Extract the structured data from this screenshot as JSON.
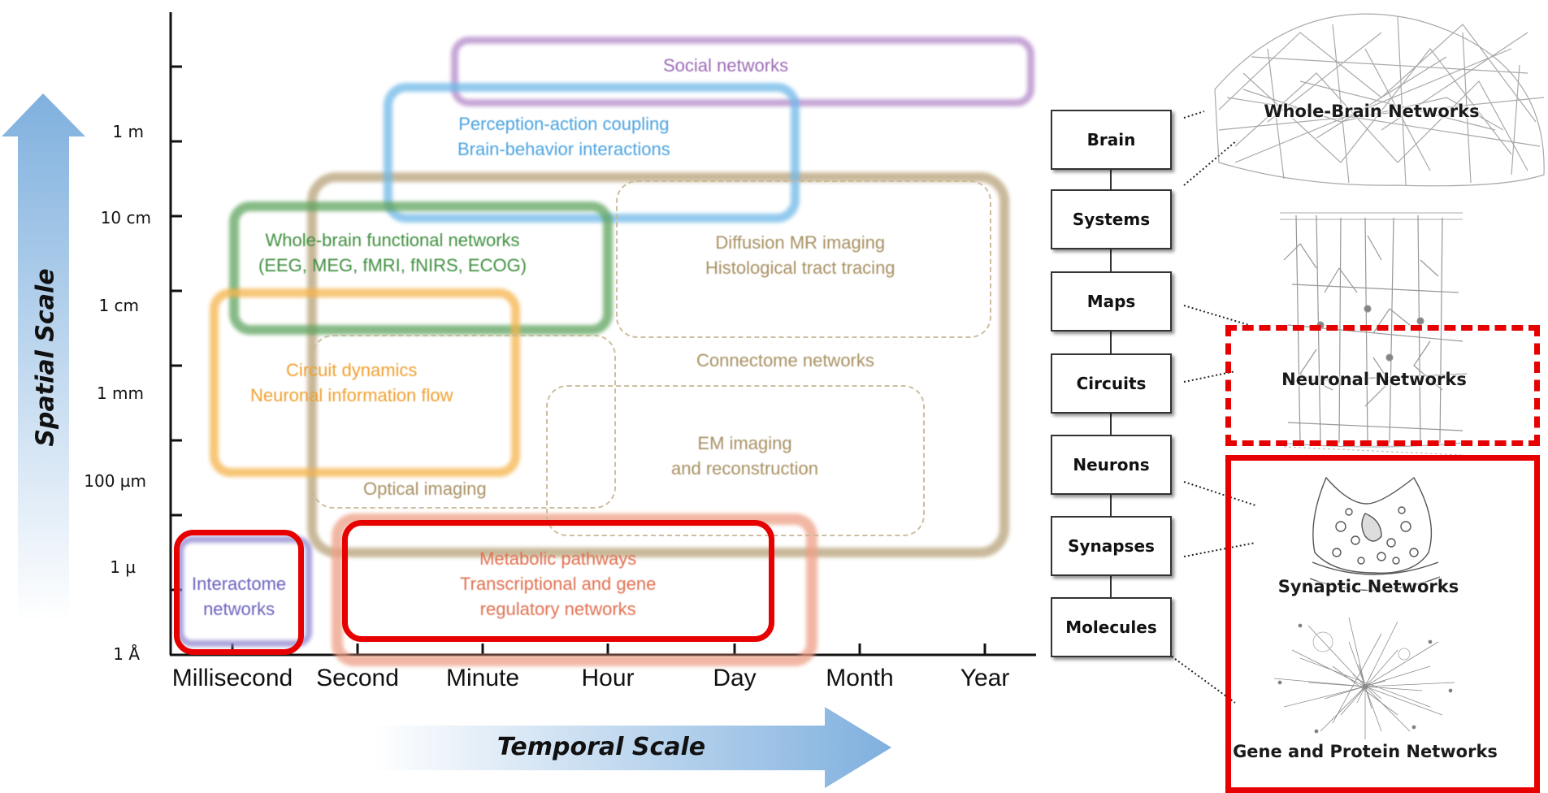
{
  "spatial_axis": {
    "title": "Spatial Scale",
    "ticks": [
      "1 m",
      "10 cm",
      "1 cm",
      "1 mm",
      "100 µm",
      "1 µ",
      "1 Å"
    ]
  },
  "temporal_axis": {
    "title": "Temporal Scale",
    "ticks": [
      "Millisecond",
      "Second",
      "Minute",
      "Hour",
      "Day",
      "Month",
      "Year"
    ]
  },
  "regions": {
    "social": "Social networks",
    "perception": [
      "Perception-action coupling",
      "Brain-behavior interactions"
    ],
    "whole_brain_functional": [
      "Whole-brain functional networks",
      "(EEG, MEG, fMRI, fNIRS, ECOG)"
    ],
    "diffusion": [
      "Diffusion MR imaging",
      "Histological tract tracing"
    ],
    "connectome": "Connectome networks",
    "circuit": [
      "Circuit dynamics",
      "Neuronal information flow"
    ],
    "em": [
      "EM imaging",
      "and reconstruction"
    ],
    "optical": "Optical imaging",
    "interactome": [
      "Interactome",
      "networks"
    ],
    "metabolic": [
      "Metabolic pathways",
      "Transcriptional and gene",
      "regulatory networks"
    ]
  },
  "levels": [
    "Brain",
    "Systems",
    "Maps",
    "Circuits",
    "Neurons",
    "Synapses",
    "Molecules"
  ],
  "network_labels": {
    "whole_brain": "Whole-Brain Networks",
    "neuronal": "Neuronal Networks",
    "synaptic": "Synaptic Networks",
    "gene_protein": "Gene and Protein Networks"
  },
  "colors": {
    "highlight": "#e60000",
    "social": "#9b59b6",
    "perception": "#4aa3df",
    "functional": "#3f8f3f",
    "connectome": "#a89062",
    "circuit": "#f0a030",
    "interactome": "#6a62c0",
    "metabolic": "#e07050",
    "arrow": "#7fb0de"
  }
}
